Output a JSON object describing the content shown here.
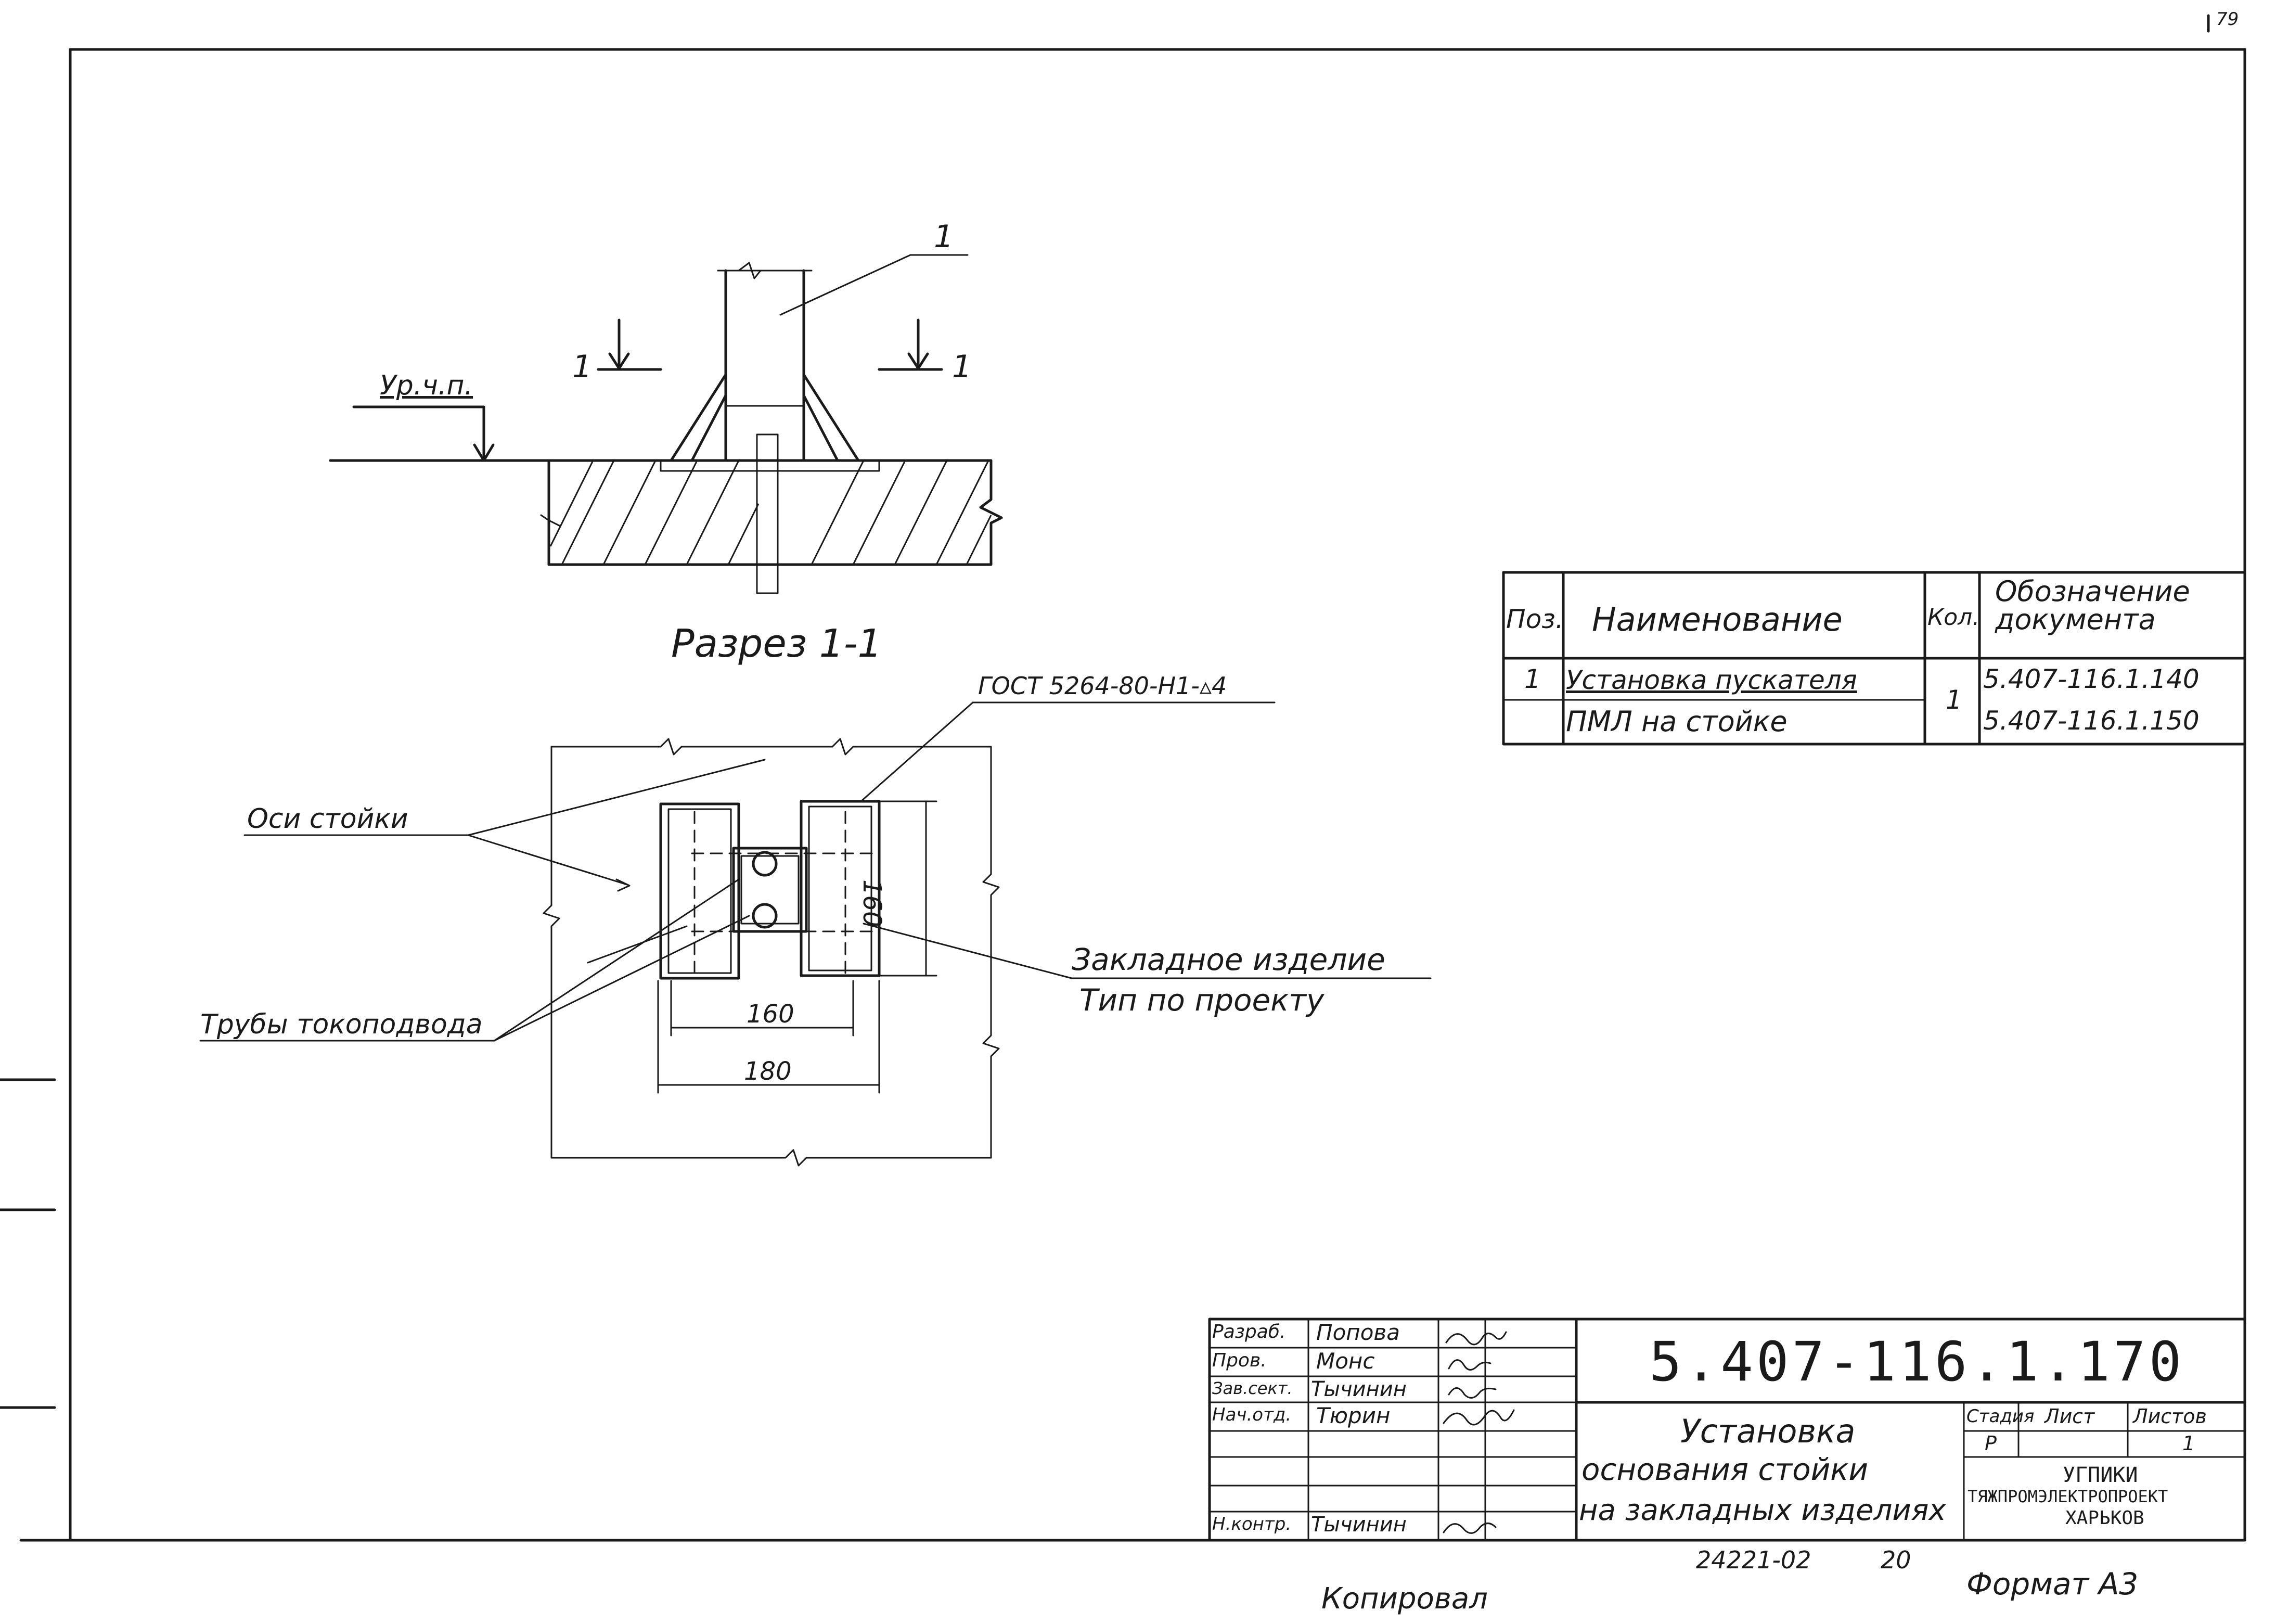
{
  "page_number": "79",
  "section": {
    "title": "Разрез 1-1",
    "mark_left": "1",
    "mark_right": "1",
    "item_callout": "1",
    "level_label": "Ур.ч.п."
  },
  "plan": {
    "weld_note": "ГОСТ 5264-80-Н1-▵4",
    "axes_label": "Оси стойки",
    "pipes_label": "Трубы токоподвода",
    "embed_label_1": "Закладное изделие",
    "embed_label_2": "Тип по проекту",
    "dim_160_h": "160",
    "dim_180": "180",
    "dim_160_v": "160"
  },
  "spec_table": {
    "headers": [
      "Поз.",
      "Наименование",
      "Кол.",
      "Обозначение документа"
    ],
    "rows": [
      {
        "pos": "1",
        "name_1": "Установка пускателя",
        "name_2": "ПМЛ на стойке",
        "qty": "1",
        "doc_1": "5.407-116.1.140",
        "doc_2": "5.407-116.1.150"
      }
    ]
  },
  "title_block": {
    "code": "5.407-116.1.170",
    "title_1": "Установка",
    "title_2": "основания стойки",
    "title_3": "на закладных изделиях",
    "signatures": [
      {
        "role": "Разраб.",
        "name": "Попова",
        "sign": "Попов"
      },
      {
        "role": "Пров.",
        "name": "Монс",
        "sign": "Мо"
      },
      {
        "role": "Зав.сект.",
        "name": "Тычинин",
        "sign": "Ты"
      },
      {
        "role": "Нач.отд.",
        "name": "Тюрин",
        "sign": "Тюрин"
      },
      {
        "role": "Н.контр.",
        "name": "Тычинин",
        "sign": "Тыч"
      }
    ],
    "stage_header": "Стадия",
    "sheet_header": "Лист",
    "sheets_header": "Листов",
    "stage": "Р",
    "sheet": "",
    "sheets": "1",
    "org_1": "УГПИКИ",
    "org_2": "ТЯЖПРОМЭЛЕКТРОПРОЕКТ",
    "org_3": "ХАРЬКОВ"
  },
  "footer": {
    "inventory": "24221-02",
    "inventory_page": "20",
    "copied": "Копировал",
    "format": "Формат А3"
  }
}
